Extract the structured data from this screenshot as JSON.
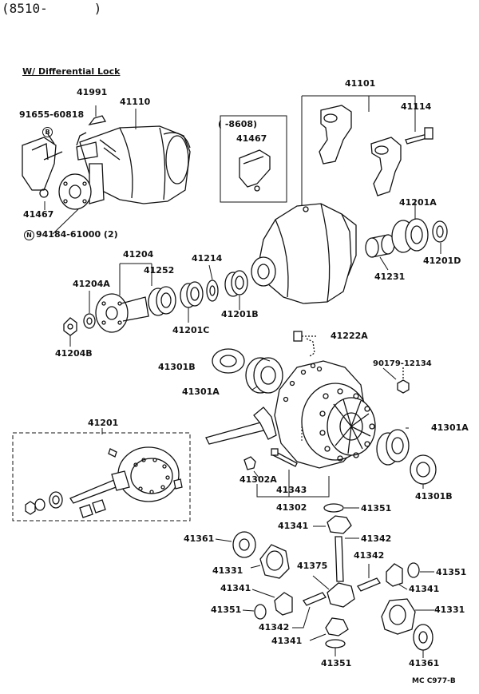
{
  "header": {
    "code_range": "(8510-      )"
  },
  "subtitle": "W/ Differential Lock",
  "footer_code": "MC  C977-B",
  "inset_range": "(       -8608)",
  "callouts": {
    "c_B": "B",
    "c_N": "N"
  },
  "labels": [
    {
      "id": "41991",
      "text": "41991"
    },
    {
      "id": "41110",
      "text": "41110"
    },
    {
      "id": "91655",
      "text": "91655-60818"
    },
    {
      "id": "41467a",
      "text": "41467"
    },
    {
      "id": "94184",
      "text": "94184-61000 (2)"
    },
    {
      "id": "41467b",
      "text": "41467"
    },
    {
      "id": "41101",
      "text": "41101"
    },
    {
      "id": "41114",
      "text": "41114"
    },
    {
      "id": "41201A",
      "text": "41201A"
    },
    {
      "id": "41201D",
      "text": "41201D"
    },
    {
      "id": "41231",
      "text": "41231"
    },
    {
      "id": "41204",
      "text": "41204"
    },
    {
      "id": "41214",
      "text": "41214"
    },
    {
      "id": "41204A",
      "text": "41204A"
    },
    {
      "id": "41252",
      "text": "41252"
    },
    {
      "id": "41201B",
      "text": "41201B"
    },
    {
      "id": "41201C",
      "text": "41201C"
    },
    {
      "id": "41204B",
      "text": "41204B"
    },
    {
      "id": "41222A",
      "text": "41222A"
    },
    {
      "id": "41301Ba",
      "text": "41301B"
    },
    {
      "id": "90179",
      "text": "90179-12134"
    },
    {
      "id": "41301Aa",
      "text": "41301A"
    },
    {
      "id": "41201",
      "text": "41201"
    },
    {
      "id": "41301Ab",
      "text": "41301A"
    },
    {
      "id": "41302A",
      "text": "41302A"
    },
    {
      "id": "41343",
      "text": "41343"
    },
    {
      "id": "41301Bb",
      "text": "41301B"
    },
    {
      "id": "41302",
      "text": "41302"
    },
    {
      "id": "41351a",
      "text": "41351"
    },
    {
      "id": "41341a",
      "text": "41341"
    },
    {
      "id": "41342a",
      "text": "41342"
    },
    {
      "id": "41361a",
      "text": "41361"
    },
    {
      "id": "41342b",
      "text": "41342"
    },
    {
      "id": "41331a",
      "text": "41331"
    },
    {
      "id": "41375",
      "text": "41375"
    },
    {
      "id": "41351b",
      "text": "41351"
    },
    {
      "id": "41341b",
      "text": "41341"
    },
    {
      "id": "41341c",
      "text": "41341"
    },
    {
      "id": "41351c",
      "text": "41351"
    },
    {
      "id": "41331b",
      "text": "41331"
    },
    {
      "id": "41342c",
      "text": "41342"
    },
    {
      "id": "41341d",
      "text": "41341"
    },
    {
      "id": "41351d",
      "text": "41351"
    },
    {
      "id": "41361b",
      "text": "41361"
    }
  ]
}
